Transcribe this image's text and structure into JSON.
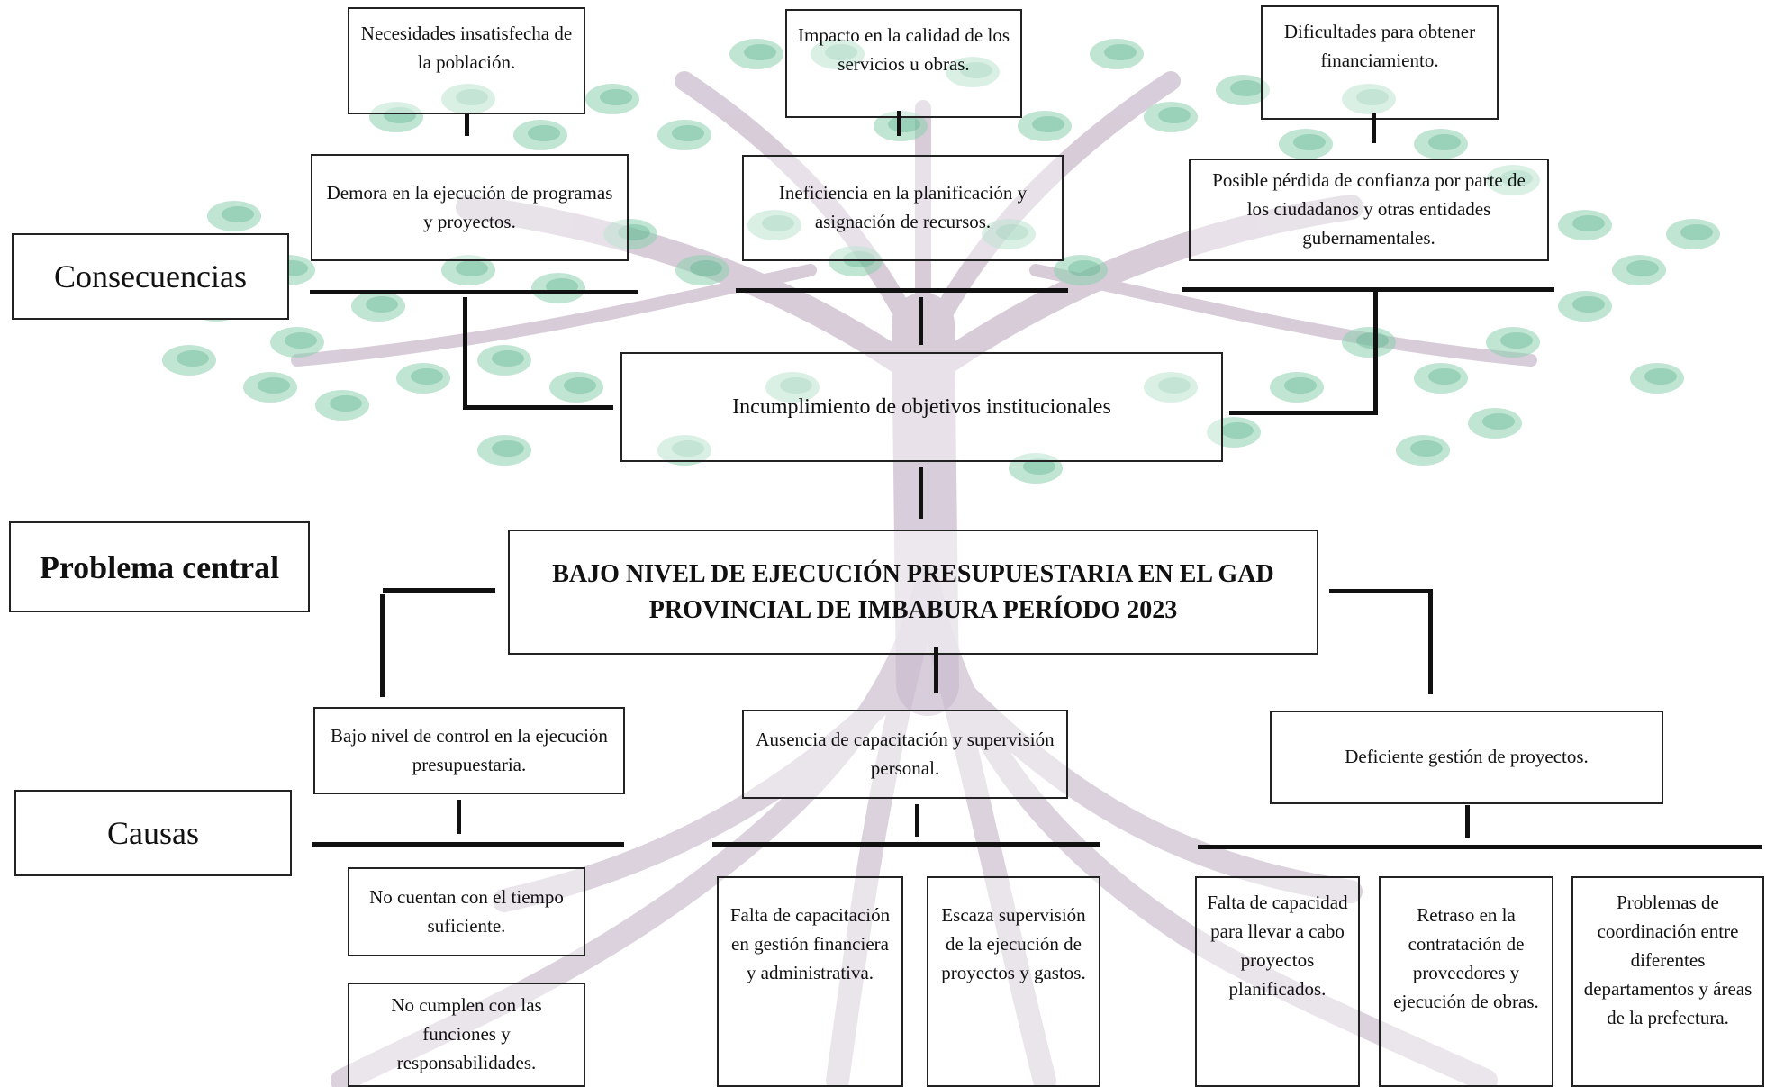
{
  "labels": {
    "consequences": "Consecuencias",
    "central": "Problema central",
    "causes": "Causas"
  },
  "central_problem": "BAJO NIVEL DE EJECUCIÓN PRESUPUESTARIA EN EL GAD PROVINCIAL DE IMBABURA PERÍODO 2023",
  "objective": "Incumplimiento de objetivos institucionales",
  "consequences": {
    "top": [
      "Necesidades insatisfecha de la población.",
      "Impacto en la calidad de los servicios u obras.",
      "Dificultades para obtener financiamiento."
    ],
    "mid": [
      "Demora en la ejecución de programas y proyectos.",
      "Ineficiencia en la planificación y asignación de recursos.",
      "Posible pérdida de confianza por parte de los ciudadanos y otras entidades gubernamentales."
    ]
  },
  "causes": {
    "main": [
      "Bajo nivel de control en la ejecución presupuestaria.",
      "Ausencia de capacitación y supervisión personal.",
      "Deficiente gestión de proyectos."
    ],
    "sub_left": [
      "No cuentan con el tiempo suficiente.",
      "No cumplen con las funciones y responsabilidades."
    ],
    "sub_center": [
      "Falta de capacitación en gestión financiera y administrativa.",
      "Escaza supervisión de la ejecución de proyectos y gastos."
    ],
    "sub_right": [
      "Falta de capacidad para llevar a cabo proyectos planificados.",
      "Retraso en la contratación de proveedores y ejecución de obras.",
      "Problemas de coordinación entre diferentes departamentos y áreas de la prefectura."
    ]
  },
  "colors": {
    "leaf": "#7cc6a4",
    "trunk": "#c9b8cc",
    "line": "#111111"
  }
}
